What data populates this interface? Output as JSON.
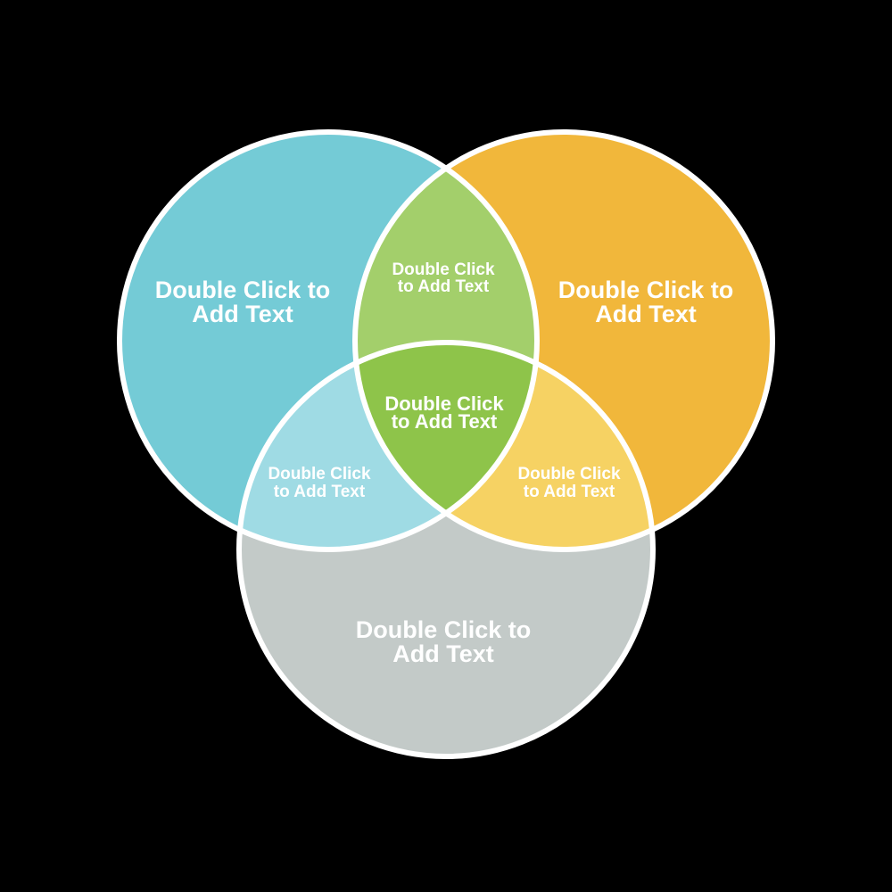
{
  "canvas": {
    "background_color": "#000000",
    "outline_color": "#FFFFFF",
    "text_color": "#FFFFFF"
  },
  "venn": {
    "type": "venn-3-circle-template",
    "regions": [
      {
        "id": "left-circle",
        "color": "#74CBD6",
        "lines": [
          "Double Click to",
          "Add Text"
        ]
      },
      {
        "id": "right-circle",
        "color": "#F1B73B",
        "lines": [
          "Double Click to",
          "Add Text"
        ]
      },
      {
        "id": "bottom-circle",
        "color": "#C3CAC8",
        "lines": [
          "Double Click to",
          "Add Text"
        ]
      },
      {
        "id": "left-right-overlap",
        "color": "#A3CF6B",
        "lines": [
          "Double Click",
          "to Add Text"
        ]
      },
      {
        "id": "left-bottom-overlap",
        "color": "#9FDBE4",
        "lines": [
          "Double Click",
          "to Add Text"
        ]
      },
      {
        "id": "right-bottom-overlap",
        "color": "#F6D263",
        "lines": [
          "Double Click",
          "to Add Text"
        ]
      },
      {
        "id": "center-overlap",
        "color": "#8EC44A",
        "lines": [
          "Double Click",
          "to Add Text"
        ]
      }
    ]
  }
}
